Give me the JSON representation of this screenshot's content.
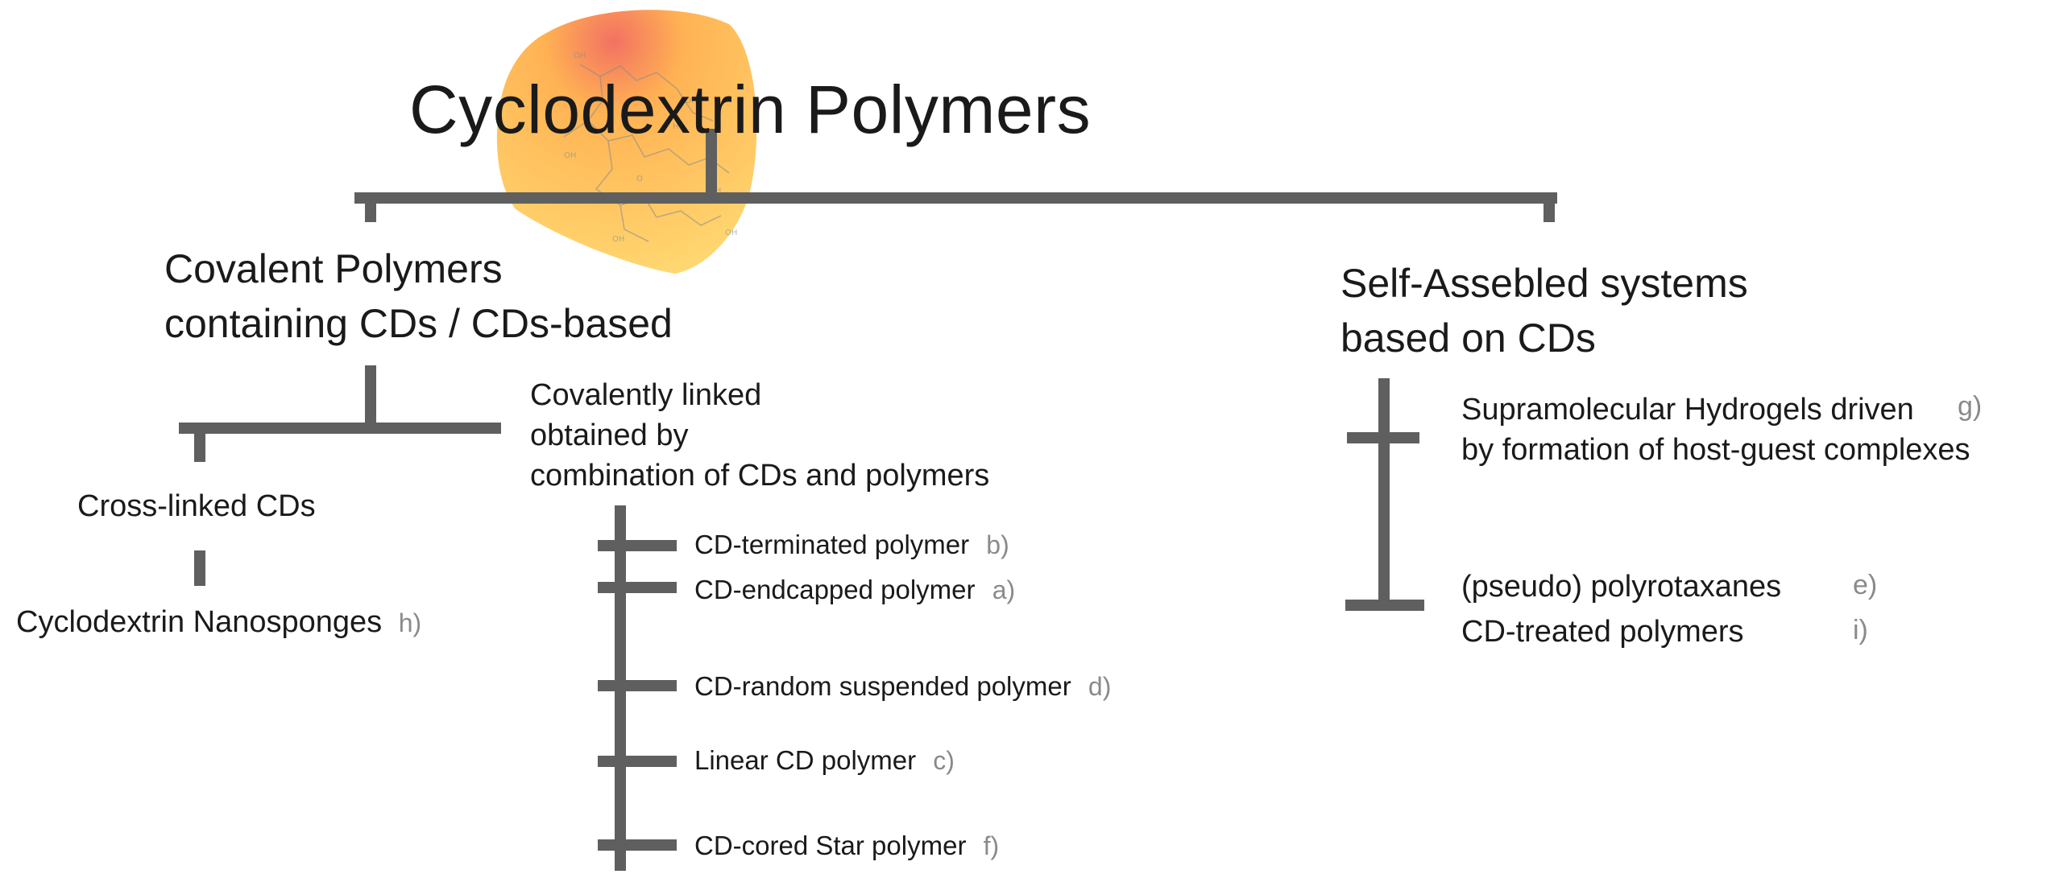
{
  "title": "Cyclodextrin Polymers",
  "branches": {
    "covalent": {
      "heading_line1": "Covalent Polymers",
      "heading_line2": "containing CDs / CDs-based",
      "cross_linked": {
        "label": "Cross-linked CDs",
        "child_label": "Cyclodextrin Nanosponges",
        "child_tag": "h)"
      },
      "covalently_linked": {
        "line1": "Covalently linked",
        "line2": "obtained by",
        "line3": "combination of CDs and polymers",
        "items": [
          {
            "label": "CD-terminated polymer",
            "tag": "b)"
          },
          {
            "label": "CD-endcapped polymer",
            "tag": "a)"
          },
          {
            "label": "CD-random suspended polymer",
            "tag": "d)"
          },
          {
            "label": "Linear CD polymer",
            "tag": "c)"
          },
          {
            "label": "CD-cored Star polymer",
            "tag": "f)"
          }
        ]
      }
    },
    "self_assembled": {
      "heading_line1": "Self-Assebled systems",
      "heading_line2": "based on CDs",
      "items": [
        {
          "line1": "Supramolecular Hydrogels driven",
          "line2": "by formation of host-guest complexes",
          "tag": "g)"
        },
        {
          "line1": "(pseudo) polyrotaxanes",
          "tag": "e)"
        },
        {
          "line1": "CD-treated polymers",
          "tag": "i)"
        }
      ]
    }
  },
  "colors": {
    "connector": "#5f5f5f",
    "tag_text": "#8a8a8a",
    "blob_light": "#ffd86b",
    "blob_mid": "#ffae4a",
    "blob_red": "#f26a5a"
  }
}
